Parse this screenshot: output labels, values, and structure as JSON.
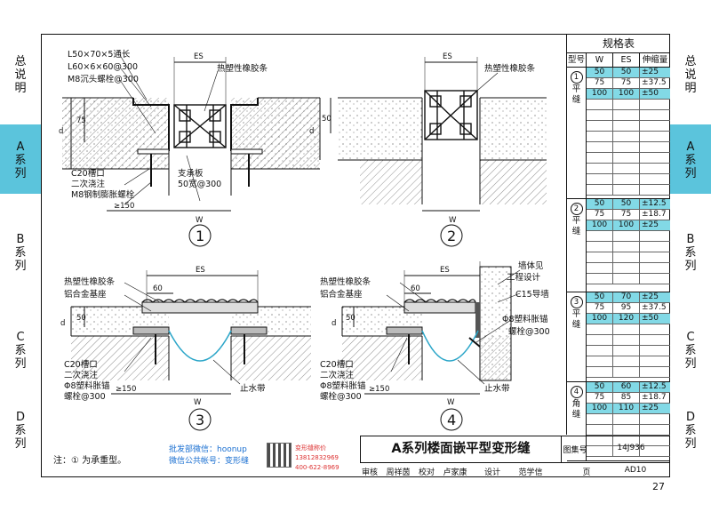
{
  "side_tabs": [
    {
      "chars": [
        "总",
        "说",
        "明"
      ],
      "active": false
    },
    {
      "chars": [
        "A",
        "系",
        "列"
      ],
      "active": true
    },
    {
      "chars": [
        "B",
        "系",
        "列"
      ],
      "active": false
    },
    {
      "chars": [
        "C",
        "系",
        "列"
      ],
      "active": false
    },
    {
      "chars": [
        "D",
        "系",
        "列"
      ],
      "active": false
    }
  ],
  "detail1": {
    "labels": [
      "L50×70×5通长",
      "L60×6×60@300",
      "M8沉头螺栓@300",
      "热塑性橡胶条",
      "C20槽口",
      "二次浇注",
      "M8钢制膨胀螺栓",
      "支承板",
      "50宽@300"
    ],
    "dims": [
      "ES",
      "d",
      "75",
      "≥150",
      "W"
    ],
    "number": "1"
  },
  "detail2": {
    "labels": [
      "热塑性橡胶条"
    ],
    "dims": [
      "ES",
      "d",
      "50",
      "W"
    ],
    "number": "2"
  },
  "detail3": {
    "labels": [
      "热塑性橡胶条",
      "铝合金基座",
      "C20槽口",
      "二次浇注",
      "Φ8塑料胀锚",
      "螺栓@300",
      "止水带"
    ],
    "dims": [
      "ES",
      "60",
      "d",
      "50",
      "≥150",
      "W"
    ],
    "number": "3"
  },
  "detail4": {
    "labels": [
      "热塑性橡胶条",
      "铝合金基座",
      "C20槽口",
      "二次浇注",
      "Φ8塑料胀锚",
      "螺栓@300",
      "止水带",
      "墙体见",
      "工程设计",
      "C15导墙",
      "Φ8塑料胀锚",
      "螺栓@300"
    ],
    "dims": [
      "ES",
      "60",
      "d",
      "50",
      "≥150",
      "W"
    ],
    "number": "4"
  },
  "spec_table": {
    "title": "规格表",
    "headers": [
      "型号",
      "W",
      "ES",
      "伸缩量"
    ],
    "groups": [
      {
        "num": "1",
        "name": [
          "平",
          "缝"
        ],
        "rows": [
          [
            "50",
            "50",
            "±25"
          ],
          [
            "75",
            "75",
            "±37.5"
          ],
          [
            "100",
            "100",
            "±50"
          ]
        ]
      },
      {
        "num": "2",
        "name": [
          "平",
          "缝"
        ],
        "rows": [
          [
            "50",
            "50",
            "±12.5"
          ],
          [
            "75",
            "75",
            "±18.7"
          ],
          [
            "100",
            "100",
            "±25"
          ]
        ]
      },
      {
        "num": "3",
        "name": [
          "平",
          "缝"
        ],
        "rows": [
          [
            "50",
            "70",
            "±25"
          ],
          [
            "75",
            "95",
            "±37.5"
          ],
          [
            "100",
            "120",
            "±50"
          ]
        ]
      },
      {
        "num": "4",
        "name": [
          "角",
          "缝"
        ],
        "rows": [
          [
            "50",
            "60",
            "±12.5"
          ],
          [
            "75",
            "85",
            "±18.7"
          ],
          [
            "100",
            "110",
            "±25"
          ]
        ]
      }
    ]
  },
  "title_block": {
    "title": "A系列楼面嵌平型变形缝",
    "atlas_label": "图集号",
    "atlas_value": "14J936",
    "page_label": "页",
    "page_value": "AD10",
    "sign_row": [
      "审核",
      "周祥茵",
      "校对",
      "卢家康",
      "设计",
      "范学信"
    ]
  },
  "note": "注：① 为承重型。",
  "promo": {
    "line1": "批发部微信：hoonup",
    "line2": "微信公共帐号：变形缝",
    "brand": "变形缝称价",
    "phone1": "13812832969",
    "phone2": "400-622-8969"
  },
  "page_number": "27",
  "colors": {
    "accent": "#5bc4dc",
    "highlight": "#82d9e6"
  }
}
